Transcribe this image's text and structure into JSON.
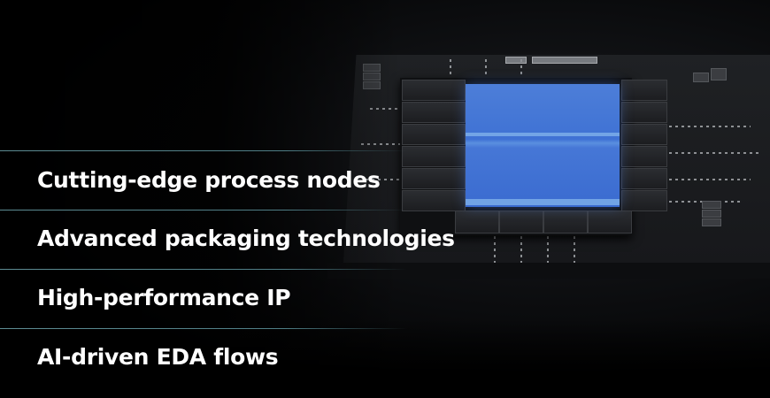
{
  "features": {
    "items": [
      {
        "label": "Cutting-edge process nodes"
      },
      {
        "label": "Advanced packaging technologies"
      },
      {
        "label": "High-performance IP"
      },
      {
        "label": "AI-driven EDA flows"
      }
    ]
  },
  "image": {
    "subject": "semiconductor-chip-package",
    "accent_color": "#4a7cd8",
    "divider_color": "#5d8c93"
  }
}
